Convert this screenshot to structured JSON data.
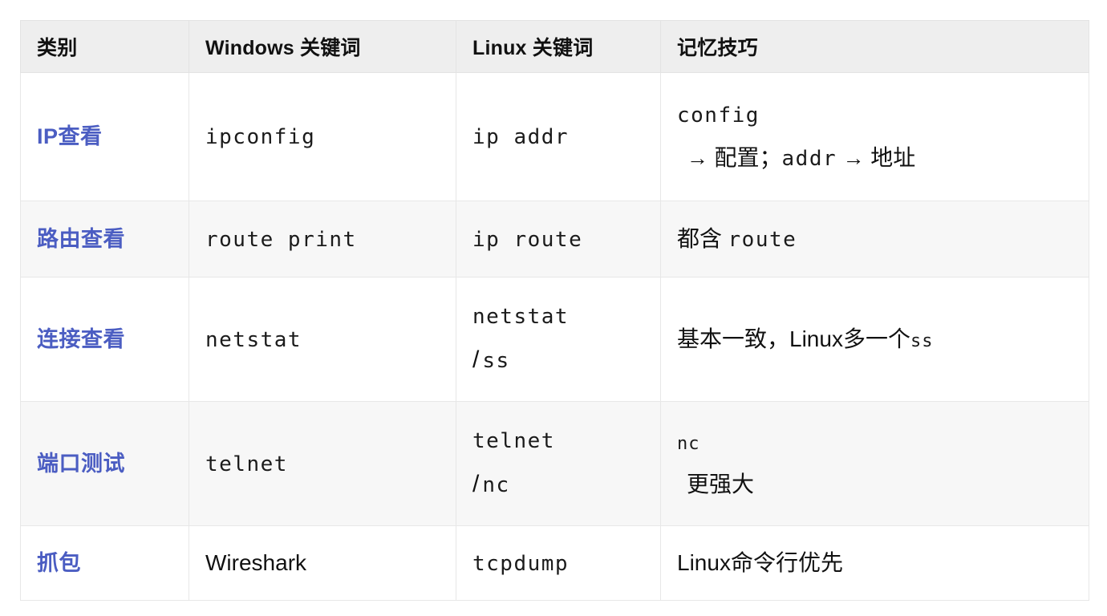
{
  "table": {
    "headers": [
      {
        "label": "类别"
      },
      {
        "label": "Windows 关键词"
      },
      {
        "label": "Linux 关键词"
      },
      {
        "label": "记忆技巧"
      }
    ],
    "rows": [
      {
        "category": "IP查看",
        "windows": "ipconfig",
        "linux": "ip addr",
        "tip_line1_mono": "config",
        "tip_line2_arrow": "→",
        "tip_line2_text1": "配置；",
        "tip_line2_mono": "addr",
        "tip_line2_arrow2": "→",
        "tip_line2_text2": "地址"
      },
      {
        "category": "路由查看",
        "windows": "route print",
        "linux": "ip route",
        "tip_text": "都含",
        "tip_mono": "route"
      },
      {
        "category": "连接查看",
        "windows": "netstat",
        "linux_line1": "netstat",
        "linux_slash": "/",
        "linux_line2": "ss",
        "tip_text": "基本一致，Linux多一个",
        "tip_mono": "ss"
      },
      {
        "category": "端口测试",
        "windows": "telnet",
        "linux_line1": "telnet",
        "linux_slash": "/",
        "linux_line2": "nc",
        "tip_line1_mono": "nc",
        "tip_line2_text": "更强大"
      },
      {
        "category": "抓包",
        "windows": "Wireshark",
        "linux": "tcpdump",
        "tip_text": "Linux命令行优先"
      }
    ]
  },
  "colors": {
    "category_accent": "#4b5dc2",
    "header_bg": "#eeeeee",
    "alt_row_bg": "#f7f7f7",
    "border": "#e7e7e7",
    "text": "#1a1a1a"
  }
}
